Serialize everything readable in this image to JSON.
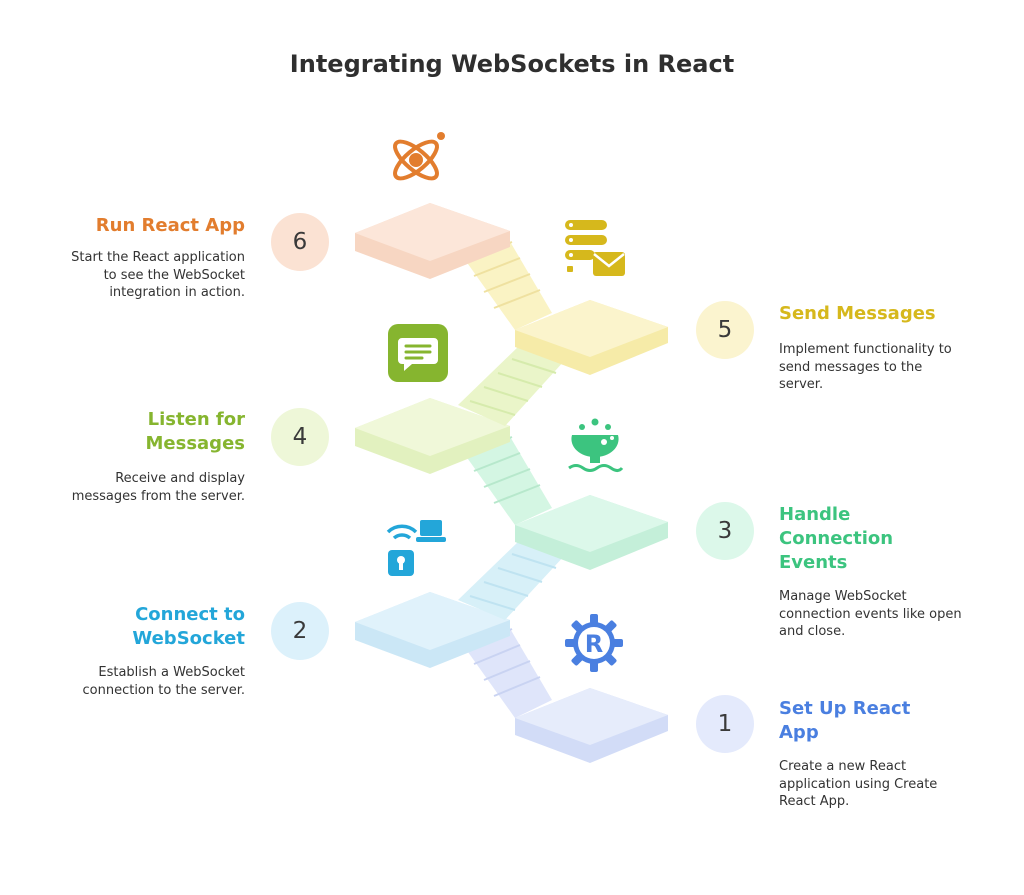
{
  "title": "Integrating WebSockets in React",
  "steps": [
    {
      "number": "1",
      "title": "Set Up React App",
      "description": "Create a new React application using Create React App.",
      "color": "#4a7fe0",
      "badge_color": "#e4eafc",
      "icon": "react-gear-icon"
    },
    {
      "number": "2",
      "title": "Connect to WebSocket",
      "description": "Establish a WebSocket connection to the server.",
      "color": "#23a6d9",
      "badge_color": "#dcf1fb",
      "icon": "wifi-lock-laptop-icon"
    },
    {
      "number": "3",
      "title": "Handle Connection Events",
      "description": "Manage WebSocket connection events like open and close.",
      "color": "#3cc47f",
      "badge_color": "#dcf8ea",
      "icon": "fountain-bowl-icon"
    },
    {
      "number": "4",
      "title": "Listen for Messages",
      "description": "Receive and display messages from the server.",
      "color": "#86b52f",
      "badge_color": "#eef7d8",
      "icon": "chat-message-icon"
    },
    {
      "number": "5",
      "title": "Send Messages",
      "description": "Implement functionality to send messages to the server.",
      "color": "#d6b81c",
      "badge_color": "#fbf4cf",
      "icon": "server-mail-icon"
    },
    {
      "number": "6",
      "title": "Run React App",
      "description": "Start the React application to see the WebSocket integration in action.",
      "color": "#e27d2e",
      "badge_color": "#fbe2d3",
      "icon": "rocket-orbit-icon"
    }
  ]
}
